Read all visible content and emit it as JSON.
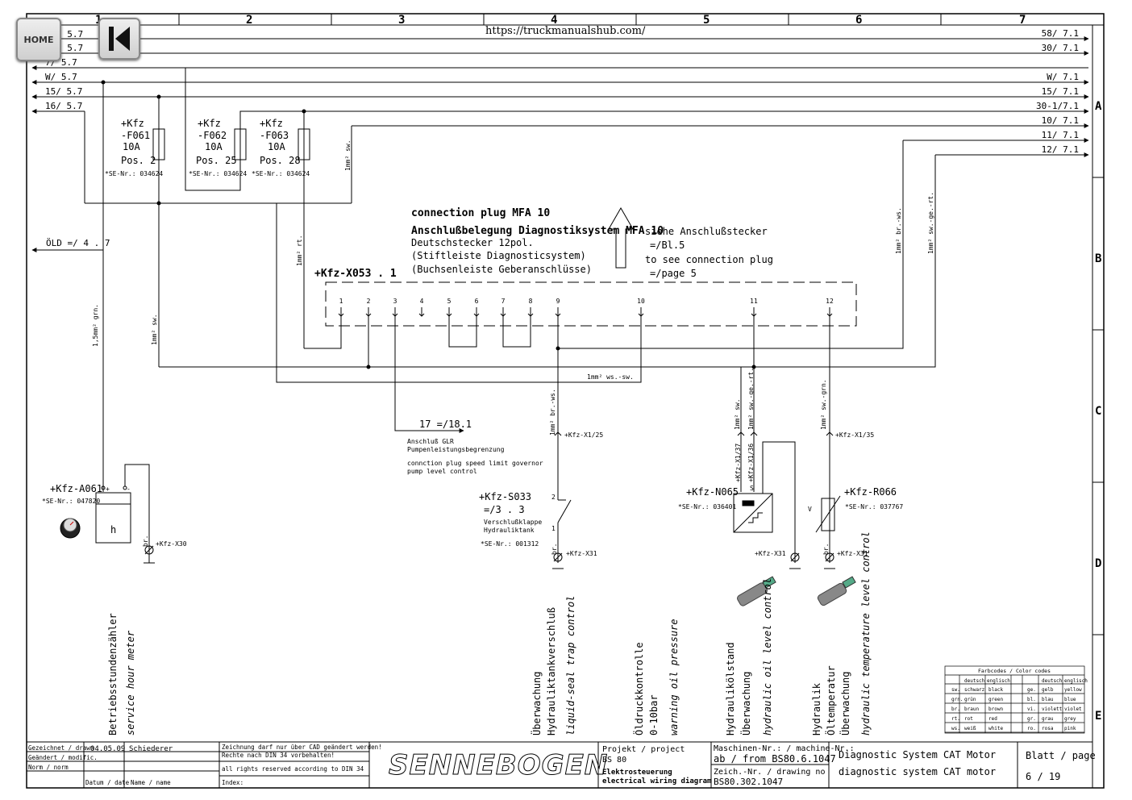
{
  "url": "https://truckmanualshub.com/",
  "nav": {
    "home_label": "HOME"
  },
  "columns": [
    "1",
    "2",
    "3",
    "4",
    "5",
    "6",
    "7"
  ],
  "rows": [
    "A",
    "B",
    "C",
    "D",
    "E"
  ],
  "left_wires": [
    {
      "label": "/ 5.7"
    },
    {
      "label": "/ 5.7"
    },
    {
      "label": "7/ 5.7"
    },
    {
      "label": "W/ 5.7"
    },
    {
      "label": "15/ 5.7"
    },
    {
      "label": "16/ 5.7"
    }
  ],
  "right_wires": [
    {
      "label": "58/ 7.1"
    },
    {
      "label": "30/ 7.1"
    },
    {
      "label": "W/ 7.1"
    },
    {
      "label": "15/ 7.1"
    },
    {
      "label": "30-1/7.1"
    },
    {
      "label": "10/ 7.1"
    },
    {
      "label": "11/ 7.1"
    },
    {
      "label": "12/ 7.1"
    }
  ],
  "fuses": [
    {
      "l1": "+Kfz",
      "l2": "-F061",
      "l3": "10A",
      "l4": "Pos. 2",
      "se": "*SE-Nr.: 034624"
    },
    {
      "l1": "+Kfz",
      "l2": "-F062",
      "l3": "10A",
      "l4": "Pos. 25",
      "se": "*SE-Nr.: 034624"
    },
    {
      "l1": "+Kfz",
      "l2": "-F063",
      "l3": "10A",
      "l4": "Pos. 28",
      "se": "*SE-Nr.: 034624"
    }
  ],
  "wire_labels": {
    "w_sw_top": "1mm² sw.",
    "w_rt": "1mm² rt.",
    "w_grn": "1,5mm² grn.",
    "w_sw_left": "1mm² sw.",
    "w_br_ws_right": "1mm² br.-ws.",
    "w_sw_ge_rt_right": "1mm² sw.-ge.-rt.",
    "w_ws_sw": "1mm² ws.-sw.",
    "w_br_ws": "1mm² br.-ws.",
    "w_sw": "1mm² sw.",
    "w_sw_ge_rt": "1mm² sw.-ge.-rt.",
    "w_sw_grn": "1mm² sw.-grn."
  },
  "old_ref": "ÖLD =/ 4 . 7",
  "plug": {
    "title_en": "connection plug MFA 10",
    "title_de": "Anschlußbelegung Diagnostiksystem MFA 10",
    "line1": "Deutschstecker 12pol.",
    "line2": "(Stiftleiste Diagnosticsystem)",
    "line3": "(Buchsenleiste Geberanschlüsse)",
    "ref_de1": "siehe Anschlußstecker",
    "ref_de2": "=/Bl.5",
    "ref_en1": "to see connection plug",
    "ref_en2": "=/page 5",
    "name": "+Kfz-X053 . 1",
    "pins": [
      "1",
      "2",
      "3",
      "4",
      "5",
      "6",
      "7",
      "8",
      "9",
      "10",
      "11",
      "12"
    ]
  },
  "glr": {
    "ref": "17 =/18.1",
    "l1": "Anschluß GLR",
    "l2": "Pumpenleistungsbegrenzung",
    "l3": "connction plug speed limit governor",
    "l4": "pump level control"
  },
  "components": {
    "a061_name": "+Kfz-A061",
    "a061_se": "*SE-Nr.: 047820",
    "a061_h": "h",
    "a061_plus": "+",
    "a061_minus": "-",
    "a061_br": "br.",
    "a061_x": "+Kfz-X30",
    "s033_name": "+Kfz-S033",
    "s033_ref": "=/3 . 3",
    "s033_d1": "Verschlußklappe",
    "s033_d2": "Hydrauliktank",
    "s033_se": "*SE-Nr.: 001312",
    "s033_p2": "2",
    "s033_p1": "1",
    "s033_br": "br.",
    "s033_x": "+Kfz-X31",
    "x1_25": "+Kfz-X1/25",
    "n065_name": "+Kfz-N065",
    "n065_se": "*SE-Nr.: 036401",
    "n065_x37": "+Kfz-X1/37",
    "n065_x36": "+Kfz-X1/36",
    "n065_s": "S",
    "n065_x": "+Kfz-X31",
    "r066_name": "+Kfz-R066",
    "r066_se": "*SE-Nr.: 037767",
    "r066_v": "V",
    "x1_35": "+Kfz-X1/35",
    "r066_br": "br.",
    "r066_x": "+Kfz-X31"
  },
  "descriptions": [
    {
      "de": "Betriebsstundenzähler",
      "en": "service hour meter"
    },
    {
      "de": "Überwachung",
      "de2": "Hydrauliktankverschluß",
      "en": "liquid-seal trap control"
    },
    {
      "de": "Öldruckkontrolle",
      "de2": "0-10bar",
      "en": "warning oil pressure"
    },
    {
      "de": "Hydraulikölstand",
      "de2": "Überwachung",
      "en": "hydraulic oil level control"
    },
    {
      "de": "Hydraulik",
      "de2": "Öltemperatur",
      "de3": "Überwachung",
      "en": "hydraulic temperature level control"
    }
  ],
  "color_codes": {
    "title": "Farbcodes / Color codes",
    "h_de": "deutsch",
    "h_en": "englisch",
    "left": [
      [
        "sw.",
        "schwarz",
        "black"
      ],
      [
        "grn.",
        "grün",
        "green"
      ],
      [
        "br.",
        "braun",
        "brown"
      ],
      [
        "rt.",
        "rot",
        "red"
      ],
      [
        "ws.",
        "weiß",
        "white"
      ]
    ],
    "right": [
      [
        "ge.",
        "gelb",
        "yellow"
      ],
      [
        "bl.",
        "blau",
        "blue"
      ],
      [
        "vi.",
        "violett",
        "violet"
      ],
      [
        "gr.",
        "grau",
        "grey"
      ],
      [
        "ro.",
        "rosa",
        "pink"
      ]
    ]
  },
  "title_block": {
    "drawn_label": "Gezeichnet / drawn",
    "drawn_date": "04.05.09",
    "drawn_name": "Schiederer",
    "modif_label": "Geändert / modific.",
    "norm_label": "Norm / norm",
    "date_label": "Datum / date",
    "name_label": "Name / name",
    "note1": "Zeichnung darf nur über CAD geändert werden!",
    "note2": "Rechte nach DIN 34 vorbehalten!",
    "note3": "all rights reserved according to DIN 34",
    "index_label": "Index:",
    "logo": "SENNEBOGEN",
    "project_label": "Projekt / project",
    "project": "BS 80",
    "type_de": "Elektrosteuerung",
    "type_en": "electrical wiring diagram",
    "machine_label": "Maschinen-Nr.: / machine-Nr.:",
    "machine": "ab / from BS80.6.1047",
    "drawing_label": "Zeich.-Nr. / drawing no",
    "drawing": "BS80.302.1047",
    "title_de": "Diagnostic System CAT Motor",
    "title_en": "diagnostic system CAT motor",
    "page_label": "Blatt / page",
    "page": "6 / 19"
  }
}
